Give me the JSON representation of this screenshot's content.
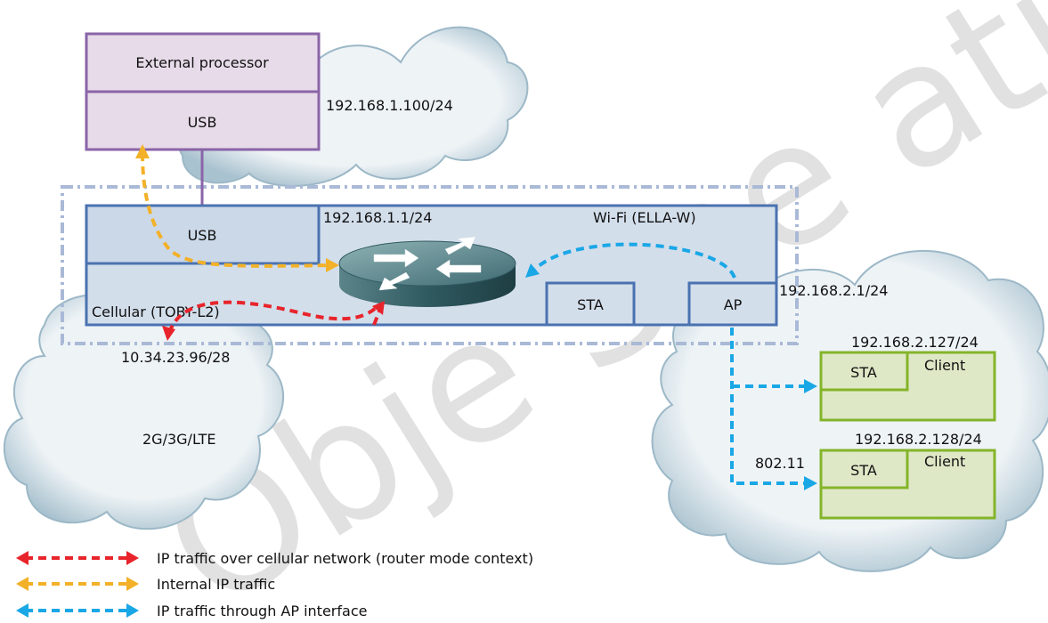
{
  "watermark": "Obje Spe ati",
  "colors": {
    "cellular": "#e8242b",
    "internal": "#f2b128",
    "ap": "#1aa7e6",
    "processor_border": "#8a64a8",
    "processor_fill": "#e7dbe9",
    "module_border": "#4a72b0",
    "module_fill": "#d3deeb",
    "client_border": "#84b42a",
    "client_fill": "#dfe8c6",
    "cloud_fill": "#e8eff4",
    "cloud_edge": "#9cb8c7"
  },
  "external_processor": {
    "title": "External processor",
    "usb": "USB",
    "ip": "192.168.1.100/24"
  },
  "module": {
    "usb": "USB",
    "router_ip": "192.168.1.1/24",
    "wifi_label": "Wi-Fi (ELLA-W)",
    "cellular_label": "Cellular (TOBY-L2)",
    "sta": "STA",
    "ap": "AP",
    "ap_ip": "192.168.2.1/24",
    "cellular_ip": "10.34.23.96/28"
  },
  "cellular_network": "2G/3G/LTE",
  "clients": [
    {
      "ip": "192.168.2.127/24",
      "sta": "STA",
      "label": "Client"
    },
    {
      "ip": "192.168.2.128/24",
      "sta": "STA",
      "label": "Client"
    }
  ],
  "wifi_standard": "802.11",
  "legend": [
    {
      "color": "#e8242b",
      "text": "IP traffic over cellular network (router mode context)"
    },
    {
      "color": "#f2b128",
      "text": "Internal IP traffic"
    },
    {
      "color": "#1aa7e6",
      "text": "IP traffic through AP interface"
    }
  ]
}
